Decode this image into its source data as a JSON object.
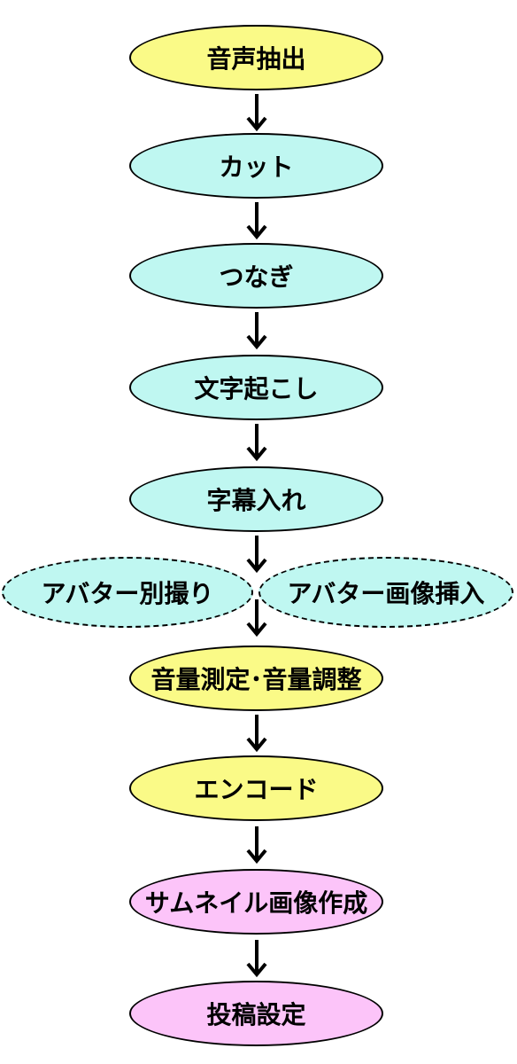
{
  "colors": {
    "yellow": "#fafa87",
    "cyan": "#bff7f1",
    "pink": "#fcc4f9",
    "border": "#000000"
  },
  "steps": [
    {
      "label": "音声抽出",
      "color": "yellow"
    },
    {
      "label": "カット",
      "color": "cyan"
    },
    {
      "label": "つなぎ",
      "color": "cyan"
    },
    {
      "label": "文字起こし",
      "color": "cyan"
    },
    {
      "label": "字幕入れ",
      "color": "cyan"
    },
    {
      "label": "アバター別撮り",
      "color": "cyan",
      "style": "dashed"
    },
    {
      "label": "アバター画像挿入",
      "color": "cyan",
      "style": "dashed"
    },
    {
      "label": "音量測定･音量調整",
      "color": "yellow"
    },
    {
      "label": "エンコード",
      "color": "yellow"
    },
    {
      "label": "サムネイル画像作成",
      "color": "pink"
    },
    {
      "label": "投稿設定",
      "color": "pink"
    }
  ]
}
